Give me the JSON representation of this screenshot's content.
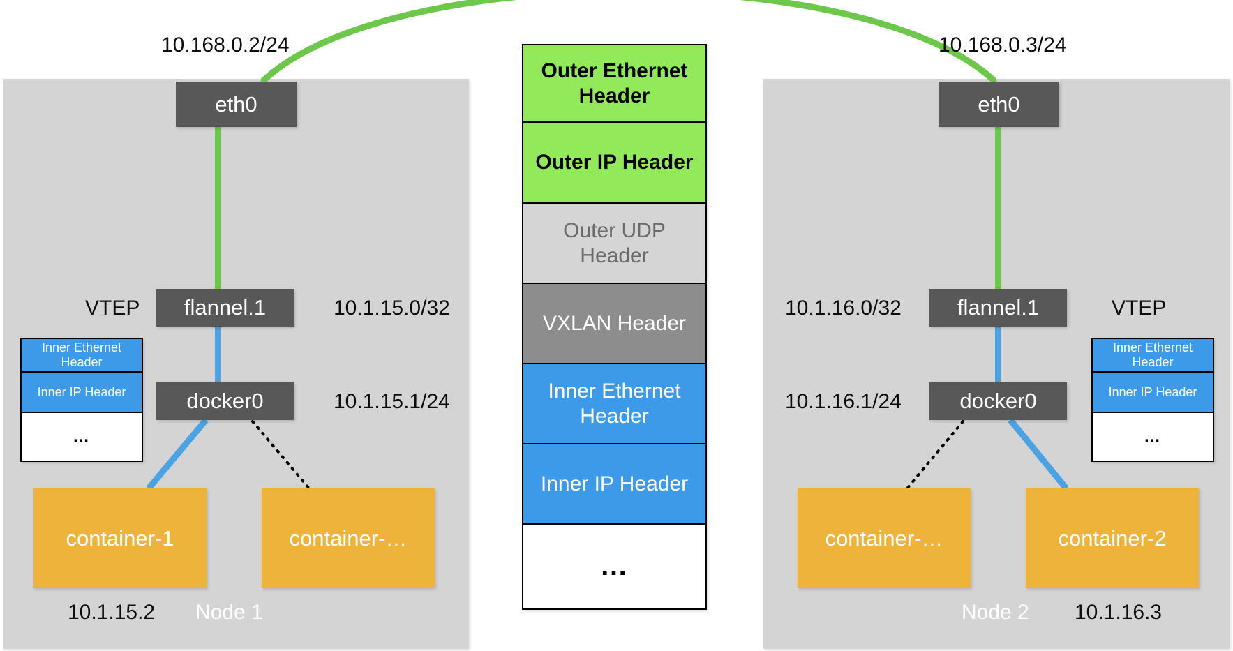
{
  "diagram": {
    "title": "Flannel VXLAN overlay network between two nodes",
    "colors": {
      "node_panel": "#d4d4d4",
      "device_box": "#585858",
      "container_box": "#eeb33b",
      "outer_header_green": "#92ea5a",
      "outer_udp_gray": "#d5d5d5",
      "vxlan_gray": "#8d8d8d",
      "inner_header_blue": "#3d9ae8",
      "tunnel_line_green": "#6dc74a",
      "bridge_line_blue": "#4ba3e3",
      "dotted_line": "#000000"
    }
  },
  "node_left": {
    "name": "Node 1",
    "eth0": {
      "label": "eth0",
      "ip": "10.168.0.2/24"
    },
    "flannel": {
      "label": "flannel.1",
      "ip": "10.1.15.0/32",
      "role": "VTEP"
    },
    "docker0": {
      "label": "docker0",
      "ip": "10.1.15.1/24"
    },
    "containers": [
      {
        "label": "container-1",
        "ip": "10.1.15.2"
      },
      {
        "label": "container-…",
        "ip": ""
      }
    ],
    "mini_packet": [
      {
        "text": "Inner Ethernet Header",
        "bg": "#3d9ae8",
        "fg": "#ffffff"
      },
      {
        "text": "Inner IP Header",
        "bg": "#3d9ae8",
        "fg": "#ffffff"
      },
      {
        "text": "…",
        "bg": "#ffffff",
        "fg": "#000000"
      }
    ]
  },
  "node_right": {
    "name": "Node 2",
    "eth0": {
      "label": "eth0",
      "ip": "10.168.0.3/24"
    },
    "flannel": {
      "label": "flannel.1",
      "ip": "10.1.16.0/32",
      "role": "VTEP"
    },
    "docker0": {
      "label": "docker0",
      "ip": "10.1.16.1/24"
    },
    "containers": [
      {
        "label": "container-…",
        "ip": ""
      },
      {
        "label": "container-2",
        "ip": "10.1.16.3"
      }
    ],
    "mini_packet": [
      {
        "text": "Inner Ethernet Header",
        "bg": "#3d9ae8",
        "fg": "#ffffff"
      },
      {
        "text": "Inner IP Header",
        "bg": "#3d9ae8",
        "fg": "#ffffff"
      },
      {
        "text": "…",
        "bg": "#ffffff",
        "fg": "#000000"
      }
    ]
  },
  "packet_stack": {
    "segments": [
      {
        "text": "Outer Ethernet Header",
        "bg": "#92ea5a",
        "fg": "#000000"
      },
      {
        "text": "Outer IP Header",
        "bg": "#92ea5a",
        "fg": "#000000"
      },
      {
        "text": "Outer UDP Header",
        "bg": "#d5d5d5",
        "fg": "#6b6b6b"
      },
      {
        "text": "VXLAN Header",
        "bg": "#8d8d8d",
        "fg": "#ffffff"
      },
      {
        "text": "Inner Ethernet Header",
        "bg": "#3d9ae8",
        "fg": "#ffffff"
      },
      {
        "text": "Inner IP Header",
        "bg": "#3d9ae8",
        "fg": "#ffffff"
      },
      {
        "text": "…",
        "bg": "#ffffff",
        "fg": "#000000"
      }
    ]
  }
}
